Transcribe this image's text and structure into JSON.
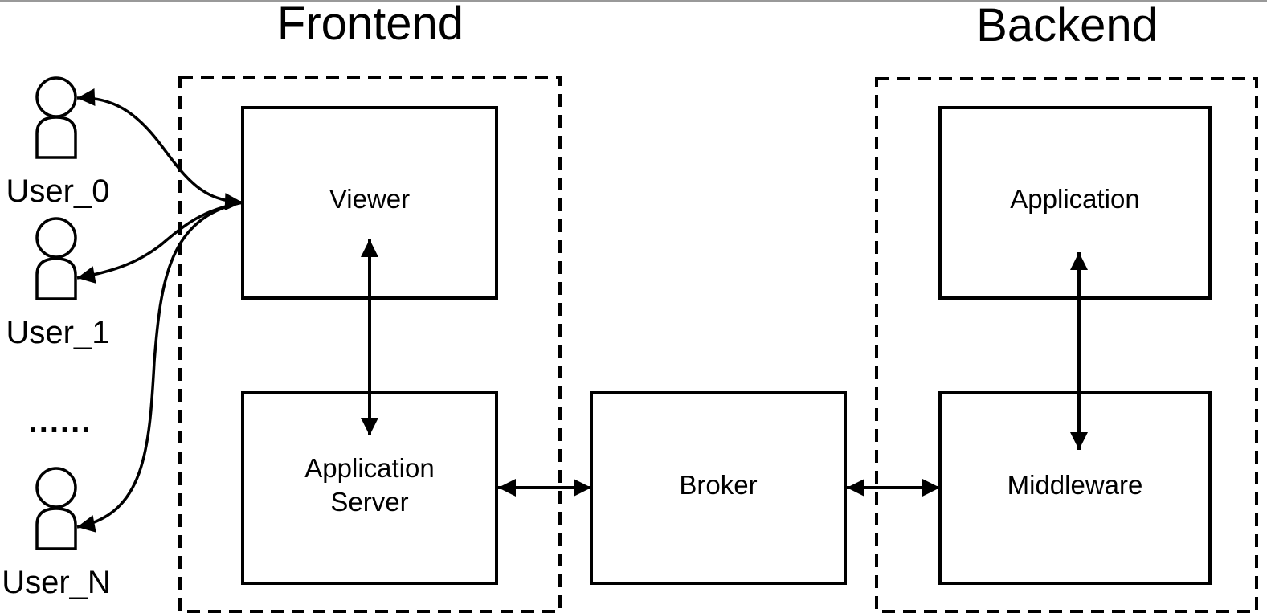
{
  "groups": {
    "frontend": "Frontend",
    "backend": "Backend"
  },
  "components": {
    "viewer": "Viewer",
    "application_server_line1": "Application",
    "application_server_line2": "Server",
    "broker": "Broker",
    "application": "Application",
    "middleware": "Middleware"
  },
  "users": {
    "user_0": "User_0",
    "user_1": "User_1",
    "ellipsis": "......",
    "user_n": "User_N"
  },
  "colors": {
    "stroke": "#000000",
    "background": "#ffffff"
  }
}
